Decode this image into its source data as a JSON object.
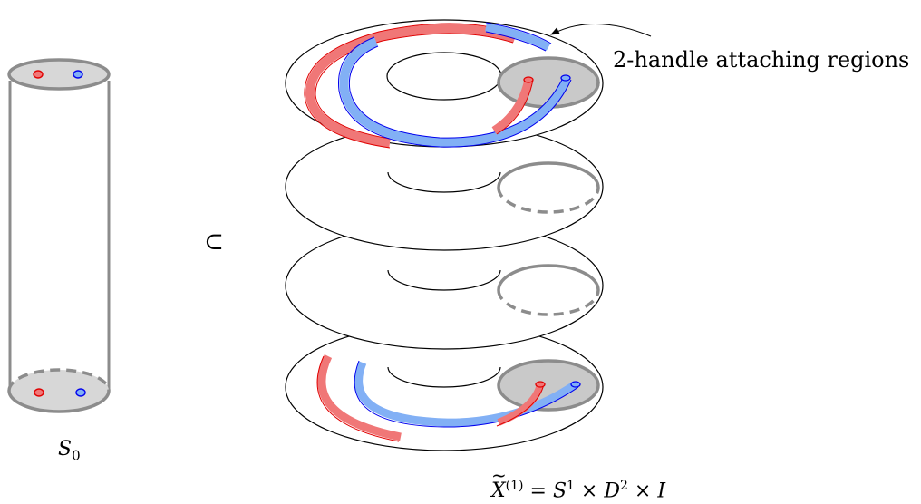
{
  "labels": {
    "annotation": "2-handle attaching regions",
    "s0_base": "S",
    "s0_sub": "0",
    "subset": "⊂",
    "formula": {
      "x": "X",
      "x_sup": "(1)",
      "eq": " = ",
      "s": "S",
      "s_sup": "1",
      "times1": " × ",
      "d": "D",
      "d_sup": "2",
      "times2": " × ",
      "i": "I"
    }
  },
  "colors": {
    "red": "#f07777",
    "red_dark": "#e00000",
    "blue": "#82b0f5",
    "blue_dark": "#0000ee",
    "gray": "#8c8c8c",
    "gray_fill": "#d7d7d7"
  }
}
